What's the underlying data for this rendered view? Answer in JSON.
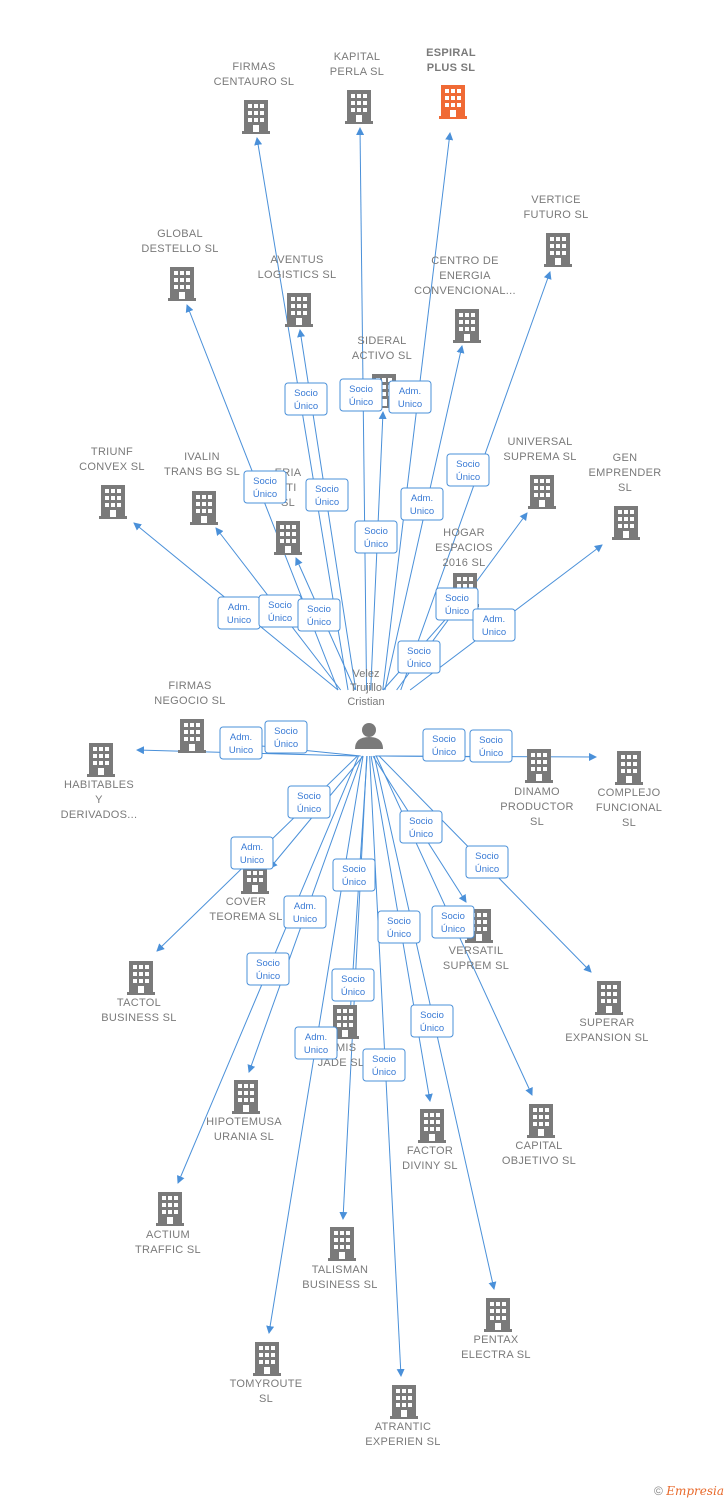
{
  "colors": {
    "edge": "#4a90d9",
    "building": "#7a7a7a",
    "highlight": "#f06a35",
    "label": "#7a7a7a"
  },
  "person": {
    "name_lines": [
      "Velez",
      "Trujillo",
      "Cristian"
    ],
    "icon": "person-icon"
  },
  "companies": [
    {
      "id": "firmas-centauro",
      "lines": [
        "FIRMAS",
        "CENTAURO  SL"
      ]
    },
    {
      "id": "kapital-perla",
      "lines": [
        "KAPITAL",
        "PERLA  SL"
      ]
    },
    {
      "id": "espiral-plus",
      "lines": [
        "ESPIRAL",
        "PLUS  SL"
      ],
      "highlight": true
    },
    {
      "id": "vertice-futuro",
      "lines": [
        "VERTICE",
        "FUTURO  SL"
      ]
    },
    {
      "id": "global-destello",
      "lines": [
        "GLOBAL",
        "DESTELLO  SL"
      ]
    },
    {
      "id": "aventus-logistics",
      "lines": [
        "AVENTUS",
        "LOGISTICS  SL"
      ]
    },
    {
      "id": "centro-energia",
      "lines": [
        "CENTRO DE",
        "ENERGIA",
        "CONVENCIONAL..."
      ]
    },
    {
      "id": "sideral-activo",
      "lines": [
        "SIDERAL",
        "ACTIVO  SL"
      ]
    },
    {
      "id": "triunf-convex",
      "lines": [
        "TRIUNF",
        "CONVEX  SL"
      ]
    },
    {
      "id": "ivalin-trans",
      "lines": [
        "IVALIN",
        "TRANS BG  SL"
      ]
    },
    {
      "id": "eria-ati",
      "lines": [
        "ERIA",
        "ATI",
        "SL"
      ]
    },
    {
      "id": "universal-suprema",
      "lines": [
        "UNIVERSAL",
        "SUPREMA  SL"
      ]
    },
    {
      "id": "gen-emprender",
      "lines": [
        "GEN",
        "EMPRENDER",
        "SL"
      ]
    },
    {
      "id": "hogar-espacios",
      "lines": [
        "HOGAR",
        "ESPACIOS",
        "2016  SL"
      ]
    },
    {
      "id": "firmas-negocio",
      "lines": [
        "FIRMAS",
        "NEGOCIO  SL"
      ]
    },
    {
      "id": "habitables",
      "lines": [
        "HABITABLES",
        "Y",
        "DERIVADOS..."
      ]
    },
    {
      "id": "dinamo-productor",
      "lines": [
        "DINAMO",
        "PRODUCTOR",
        "SL"
      ]
    },
    {
      "id": "complejo-funcional",
      "lines": [
        "COMPLEJO",
        "FUNCIONAL",
        "SL"
      ]
    },
    {
      "id": "cover-teorema",
      "lines": [
        "COVER",
        "TEOREMA  SL"
      ]
    },
    {
      "id": "versatil-suprem",
      "lines": [
        "VERSATIL",
        "SUPREM  SL"
      ]
    },
    {
      "id": "tactol-business",
      "lines": [
        "TACTOL",
        "BUSINESS  SL"
      ]
    },
    {
      "id": "superar-expansion",
      "lines": [
        "SUPERAR",
        "EXPANSION  SL"
      ]
    },
    {
      "id": "optimis-jade",
      "lines": [
        "TIMIS",
        "JADE  SL"
      ]
    },
    {
      "id": "hipotemusa-urania",
      "lines": [
        "HIPOTEMUSA",
        "URANIA SL"
      ]
    },
    {
      "id": "factor-diviny",
      "lines": [
        "FACTOR",
        "DIVINY  SL"
      ]
    },
    {
      "id": "capital-objetivo",
      "lines": [
        "CAPITAL",
        "OBJETIVO  SL"
      ]
    },
    {
      "id": "actium-traffic",
      "lines": [
        "ACTIUM",
        "TRAFFIC  SL"
      ]
    },
    {
      "id": "talisman-business",
      "lines": [
        "TALISMAN",
        "BUSINESS  SL"
      ]
    },
    {
      "id": "pentax-electra",
      "lines": [
        "PENTAX",
        "ELECTRA  SL"
      ]
    },
    {
      "id": "tomyroute",
      "lines": [
        "TOMYROUTE",
        "SL"
      ]
    },
    {
      "id": "atrantic-experien",
      "lines": [
        "ATRANTIC",
        "EXPERIEN  SL"
      ]
    }
  ],
  "badges": [
    {
      "id": "b1",
      "lines": [
        "Socio",
        "Único"
      ]
    },
    {
      "id": "b2",
      "lines": [
        "Socio",
        "Único"
      ]
    },
    {
      "id": "b3",
      "lines": [
        "Adm.",
        "Unico"
      ]
    },
    {
      "id": "b4",
      "lines": [
        "Socio",
        "Único"
      ]
    },
    {
      "id": "b5",
      "lines": [
        "Socio",
        "Único"
      ]
    },
    {
      "id": "b6",
      "lines": [
        "Socio",
        "Único"
      ]
    },
    {
      "id": "b7",
      "lines": [
        "Adm.",
        "Unico"
      ]
    },
    {
      "id": "b8",
      "lines": [
        "Socio",
        "Único"
      ]
    },
    {
      "id": "b9",
      "lines": [
        "Adm.",
        "Unico"
      ]
    },
    {
      "id": "b10",
      "lines": [
        "Socio",
        "Único"
      ]
    },
    {
      "id": "b11",
      "lines": [
        "Socio",
        "Único"
      ]
    },
    {
      "id": "b12",
      "lines": [
        "Socio",
        "Único"
      ]
    },
    {
      "id": "b13",
      "lines": [
        "Adm.",
        "Unico"
      ]
    },
    {
      "id": "b14",
      "lines": [
        "Socio",
        "Único"
      ]
    },
    {
      "id": "b15",
      "lines": [
        "Adm.",
        "Unico"
      ]
    },
    {
      "id": "b16",
      "lines": [
        "Socio",
        "Único"
      ]
    },
    {
      "id": "b17",
      "lines": [
        "Socio",
        "Único"
      ]
    },
    {
      "id": "b18",
      "lines": [
        "Socio",
        "Único"
      ]
    },
    {
      "id": "b19",
      "lines": [
        "Socio",
        "Único"
      ]
    },
    {
      "id": "b20",
      "lines": [
        "Socio",
        "Único"
      ]
    },
    {
      "id": "b21",
      "lines": [
        "Adm.",
        "Unico"
      ]
    },
    {
      "id": "b22",
      "lines": [
        "Socio",
        "Único"
      ]
    },
    {
      "id": "b23",
      "lines": [
        "Socio",
        "Único"
      ]
    },
    {
      "id": "b24",
      "lines": [
        "Adm.",
        "Unico"
      ]
    },
    {
      "id": "b25",
      "lines": [
        "Socio",
        "Único"
      ]
    },
    {
      "id": "b26",
      "lines": [
        "Socio",
        "Único"
      ]
    },
    {
      "id": "b27",
      "lines": [
        "Socio",
        "Único"
      ]
    },
    {
      "id": "b28",
      "lines": [
        "Socio",
        "Único"
      ]
    },
    {
      "id": "b29",
      "lines": [
        "Adm.",
        "Unico"
      ]
    },
    {
      "id": "b30",
      "lines": [
        "Socio",
        "Único"
      ]
    },
    {
      "id": "b31",
      "lines": [
        "Socio",
        "Único"
      ]
    }
  ],
  "footer": {
    "copyright": "©",
    "brand": "Empresia"
  }
}
